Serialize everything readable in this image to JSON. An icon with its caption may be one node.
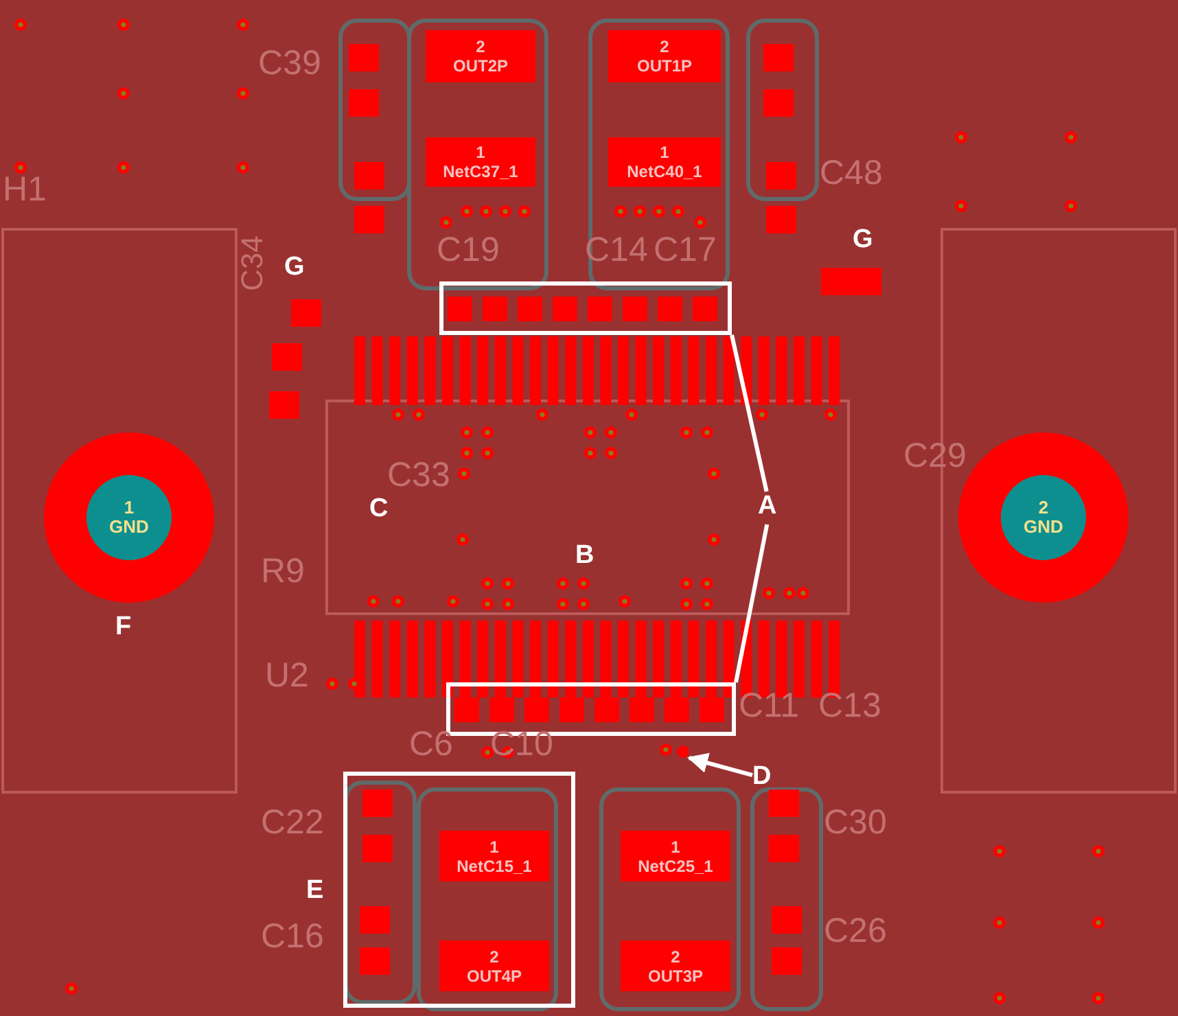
{
  "diagram": {
    "nodes": [
      {
        "text": [
          "2",
          "OUT2P"
        ]
      },
      {
        "text": [
          "1",
          "NetC37_1"
        ]
      },
      {
        "text": [
          "2",
          "OUT1P"
        ]
      },
      {
        "text": [
          "1",
          "NetC40_1"
        ]
      },
      {
        "text": [],
        "shape": "box"
      },
      {
        "text": [
          "A"
        ]
      },
      {
        "text": [
          "1",
          "GND"
        ],
        "beside": [
          "F"
        ]
      },
      {
        "text": [
          "2",
          "GND"
        ]
      },
      {
        "text": [],
        "shape": "box"
      },
      {
        "text": [
          "D"
        ]
      },
      {
        "text": [],
        "shape": "circle"
      },
      {
        "text": [
          "E"
        ]
      },
      {
        "text": [
          "1",
          "NetC15_1"
        ],
        "in": 11
      },
      {
        "text": [
          "2",
          "OUT4P"
        ],
        "in": 11
      },
      {
        "text": [
          "1",
          "NetC25_1"
        ]
      },
      {
        "text": [
          "2",
          "OUT3P"
        ]
      }
    ],
    "edges": [
      {
        "from": 5,
        "to": 4,
        "arrow": "none"
      },
      {
        "from": 5,
        "to": 8,
        "arrow": "none"
      },
      {
        "from": 9,
        "to": 10,
        "arrow": "to"
      }
    ],
    "labels": [
      "C39",
      "H1",
      "C48",
      "G",
      "G",
      "C34",
      "C19",
      "C14",
      "C17",
      "C29",
      "C33",
      "C",
      "B",
      "R9",
      "U2",
      "C11",
      "C13",
      "C6",
      "C10",
      "C22",
      "C30",
      "C16",
      "C26"
    ]
  }
}
